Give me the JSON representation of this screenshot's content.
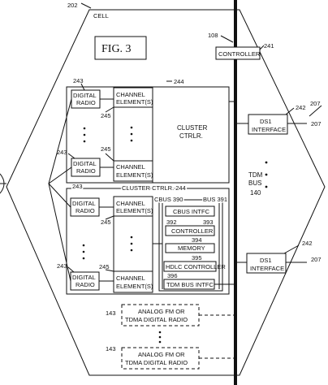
{
  "figure_label": "FIG. 3",
  "cell": {
    "ref": "202",
    "label": "CELL"
  },
  "bus": {
    "ref": "108",
    "label_line1": "TDM",
    "label_line2": "BUS",
    "number": "140",
    "dots": "•\n•\n•"
  },
  "controller": {
    "ref": "241",
    "label": "CONTROLLER"
  },
  "ds1_interfaces": [
    {
      "ref": "242",
      "line1": "DS1",
      "line2": "INTERFACE",
      "link_ref": "207"
    },
    {
      "ref": "242",
      "line1": "DS1",
      "line2": "INTERFACE",
      "link_ref": "207"
    }
  ],
  "top_cluster": {
    "ref": "244",
    "controller_line1": "CLUSTER",
    "controller_line2": "CTRLR.",
    "radios": [
      {
        "ref": "243",
        "line1": "DIGITAL",
        "line2": "RADIO"
      },
      {
        "ref": "243",
        "line1": "DIGITAL",
        "line2": "RADIO"
      }
    ],
    "channel_elements": [
      {
        "ref": "245",
        "line1": "CHANNEL",
        "line2": "ELEMENT(S)"
      },
      {
        "ref": "245",
        "line1": "CHANNEL",
        "line2": "ELEMENT(S)"
      }
    ]
  },
  "bottom_cluster": {
    "title": "CLUSTER CTRLR. 244",
    "radios": [
      {
        "ref": "243",
        "line1": "DIGITAL",
        "line2": "RADIO"
      },
      {
        "ref": "243",
        "line1": "DIGITAL",
        "line2": "RADIO"
      }
    ],
    "channel_elements": [
      {
        "ref": "245",
        "line1": "CHANNEL",
        "line2": "ELEMENT(S)"
      },
      {
        "ref": "245",
        "line1": "CHANNEL",
        "line2": "ELEMENT(S)"
      }
    ],
    "cbus_label": "CBUS 390",
    "bus_label": "BUS 391",
    "cbus_intfc": "CBUS INTFC",
    "controller": {
      "ref_left": "392",
      "ref_right": "393",
      "label": "CONTROLLER"
    },
    "memory": {
      "ref": "394",
      "label": "MEMORY"
    },
    "hdlc": {
      "ref": "395",
      "label": "HDLC CONTROLLER"
    },
    "tdm_intfc": {
      "ref": "396",
      "label": "TDM BUS INTFC"
    }
  },
  "analog_radios": [
    {
      "ref": "143",
      "line1": "ANALOG FM OR",
      "line2": "TDMA DIGITAL RADIO"
    },
    {
      "ref": "143",
      "line1": "ANALOG FM OR",
      "line2": "TDMA DIGITAL RADIO"
    }
  ]
}
